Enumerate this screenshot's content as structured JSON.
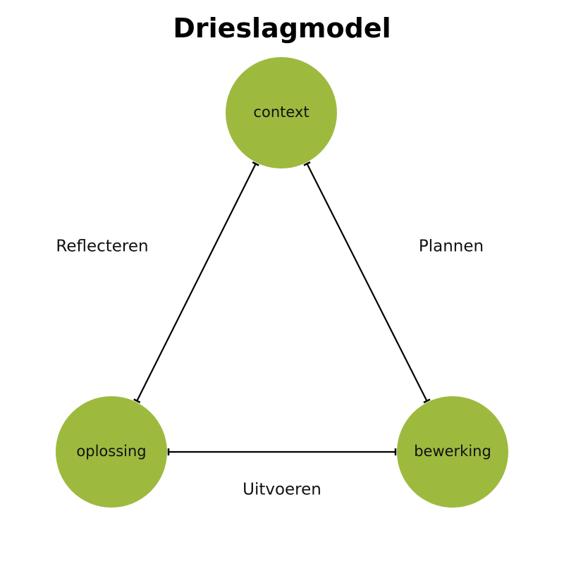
{
  "title": "Drieslagmodel",
  "colors": {
    "node_fill": "#9dba3f",
    "edge": "#000000"
  },
  "nodes": [
    {
      "id": "context",
      "label": "context"
    },
    {
      "id": "oplossing",
      "label": "oplossing"
    },
    {
      "id": "bewerking",
      "label": "bewerking"
    }
  ],
  "edges": [
    {
      "from": "context",
      "to": "bewerking",
      "label": "Plannen"
    },
    {
      "from": "bewerking",
      "to": "oplossing",
      "label": "Uitvoeren"
    },
    {
      "from": "oplossing",
      "to": "context",
      "label": "Reflecteren"
    }
  ]
}
